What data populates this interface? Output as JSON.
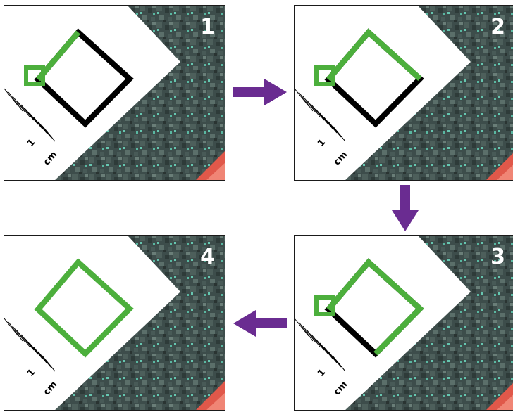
{
  "panels": [
    {
      "number": "1",
      "step": "start"
    },
    {
      "number": "2",
      "step": "rotated"
    },
    {
      "number": "3",
      "step": "square-1"
    },
    {
      "number": "4",
      "step": "square-2"
    }
  ],
  "ruler": {
    "tick_label": "1",
    "unit_label": "cm"
  },
  "colors": {
    "frame_green": "#4caf3c",
    "arrow_purple": "#6a2c91",
    "outline_black": "#000000",
    "card_white": "#ffffff"
  },
  "icons": {
    "arrow_1_to_2": "arrow-right-icon",
    "arrow_2_to_3": "arrow-down-icon",
    "arrow_3_to_4": "arrow-left-icon"
  }
}
